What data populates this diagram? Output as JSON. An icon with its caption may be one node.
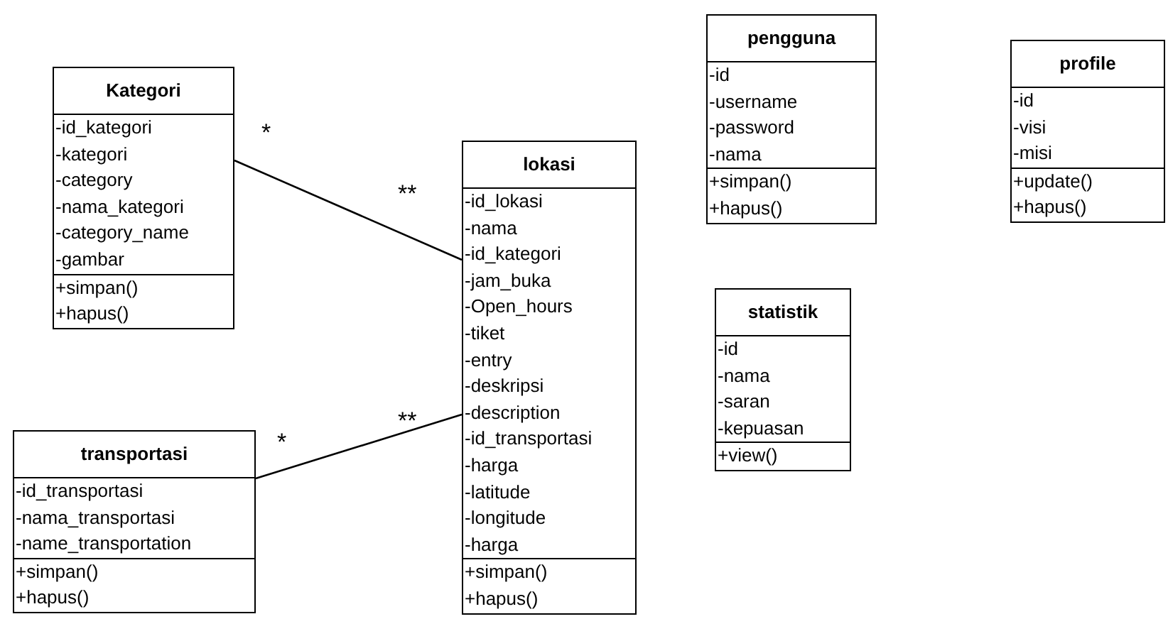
{
  "diagram": {
    "nodes": [
      {
        "text": [
          "Kategori"
        ]
      },
      {
        "text": [
          "-id_kategori",
          "-kategori",
          "-category",
          "-nama_kategori",
          "-category_name",
          "-gambar"
        ],
        "in": 0
      },
      {
        "text": [
          "+simpan()",
          "+hapus()"
        ],
        "in": 0
      },
      {
        "text": [
          "pengguna"
        ]
      },
      {
        "text": [
          "-id",
          "-username",
          "-password",
          "-nama"
        ],
        "in": 3
      },
      {
        "text": [
          "+simpan()",
          "+hapus()"
        ],
        "in": 3
      },
      {
        "text": [
          "profile"
        ]
      },
      {
        "text": [
          "-id",
          "-visi",
          "-misi"
        ],
        "in": 6
      },
      {
        "text": [
          "+update()",
          "+hapus()"
        ],
        "in": 6
      },
      {
        "text": [
          "lokasi"
        ]
      },
      {
        "text": [
          "-id_lokasi",
          "-nama",
          "-id_kategori",
          "-jam_buka",
          "-Open_hours",
          "-tiket",
          "-entry",
          "-deskripsi",
          "-description",
          "-id_transportasi",
          "-harga",
          "-latitude",
          "-longitude",
          "-harga"
        ],
        "in": 9
      },
      {
        "text": [
          "+simpan()",
          "+hapus()"
        ],
        "in": 9
      },
      {
        "text": [
          "statistik"
        ]
      },
      {
        "text": [
          "-id",
          "-nama",
          "-saran",
          "-kepuasan"
        ],
        "in": 12
      },
      {
        "text": [
          "+view()"
        ],
        "in": 12
      },
      {
        "text": [
          "transportasi"
        ]
      },
      {
        "text": [
          "-id_transportasi",
          "-nama_transportasi",
          "-name_transportation"
        ],
        "in": 15
      },
      {
        "text": [
          "+simpan()",
          "+hapus()"
        ],
        "in": 15
      }
    ],
    "edges": [
      {
        "from": 0,
        "to": 9,
        "arrow": "none"
      },
      {
        "from": 15,
        "to": 9,
        "arrow": "none"
      }
    ],
    "labels": [
      "*",
      "**",
      "*",
      "**"
    ]
  }
}
